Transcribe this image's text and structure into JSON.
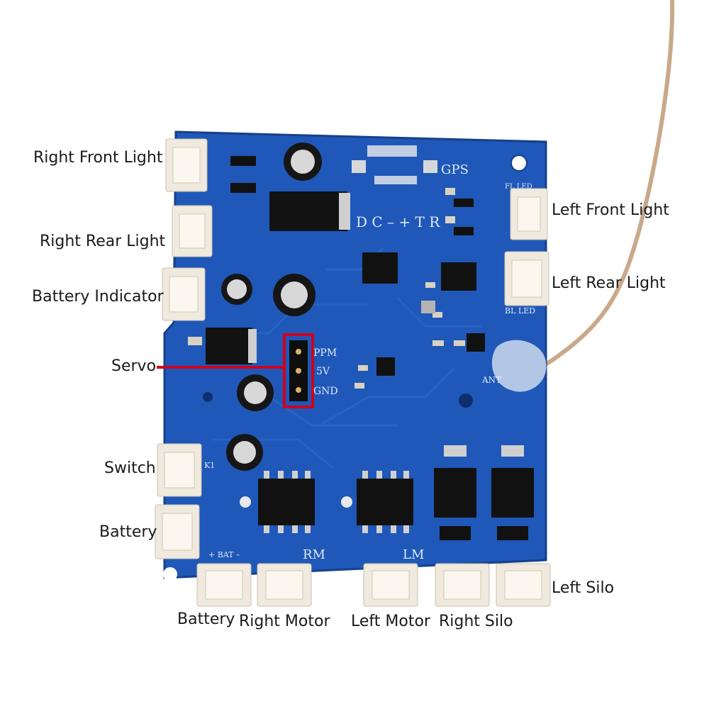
{
  "colors": {
    "board": "#1f58b8",
    "board_dark": "#17479a",
    "trace": "#2a66c8",
    "connector": "#efe9de",
    "chip": "#161616",
    "servo_box": "#d0021b",
    "cable": "#c9a98a"
  },
  "silkscreen": {
    "gps": "GPS",
    "dc_tr": "D C – + T R",
    "ppm": "PPM",
    "v5": "5V",
    "gnd": "GND",
    "fl_led": "FL LED",
    "bl_led": "BL LED",
    "ant": "ANT",
    "k1": "K1",
    "rm": "RM",
    "lm": "LM",
    "bat": "+ BAT –"
  },
  "labels": {
    "right_front_light": "Right Front Light",
    "right_rear_light": "Right Rear Light",
    "battery_indicator": "Battery Indicator",
    "servo": "Servo",
    "switch": "Switch",
    "battery_left": "Battery",
    "left_front_light": "Left Front Light",
    "left_rear_light": "Left Rear Light",
    "left_silo": "Left Silo",
    "battery_bottom": "Battery",
    "right_motor": "Right Motor",
    "left_motor": "Left Motor",
    "right_silo": "Right Silo"
  }
}
